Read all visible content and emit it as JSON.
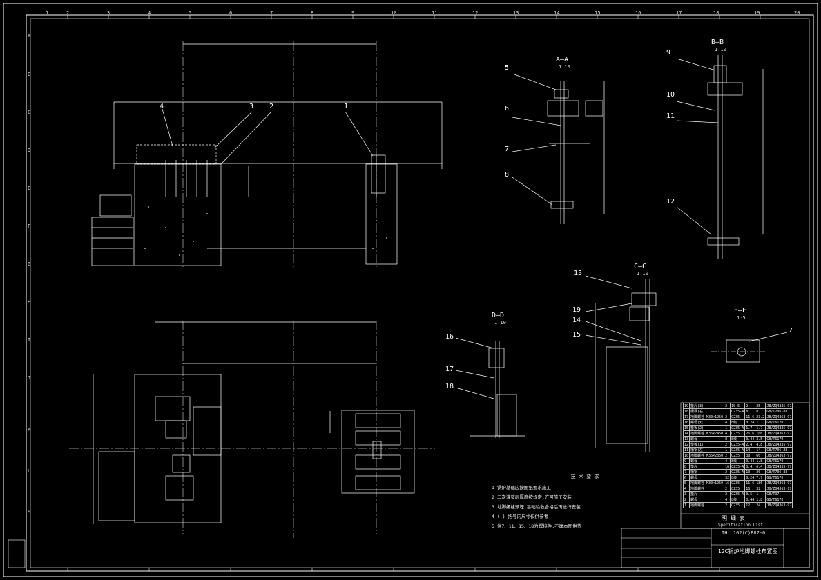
{
  "sheet": {
    "col_labels": [
      "1",
      "2",
      "3",
      "4",
      "5",
      "6",
      "7",
      "8",
      "9",
      "10",
      "11",
      "12",
      "13",
      "14",
      "15",
      "16",
      "17",
      "18",
      "19",
      "20"
    ],
    "row_labels": [
      "A",
      "B",
      "C",
      "D",
      "E",
      "F",
      "G",
      "H",
      "I",
      "J",
      "K",
      "L",
      "M"
    ]
  },
  "views": {
    "aa": {
      "title": "A–A",
      "scale": "1:10"
    },
    "bb": {
      "title": "B–B",
      "scale": "1:10"
    },
    "cc": {
      "title": "C–C",
      "scale": "1:10"
    },
    "dd": {
      "title": "D–D",
      "scale": "1:10"
    },
    "ee": {
      "title": "E–E",
      "scale": "1:5"
    }
  },
  "callouts": [
    "1",
    "2",
    "3",
    "4",
    "5",
    "6",
    "7",
    "8",
    "9",
    "10",
    "11",
    "12",
    "13",
    "14",
    "15",
    "16",
    "17",
    "18",
    "19",
    "7"
  ],
  "notes": {
    "title": "技 术 要 求",
    "items": [
      "1 锅炉基础应按图纸要求施工",
      "2 二次灌浆层厚度按规定,方可施工安装",
      "3 地脚螺栓预埋,基础验收合格后再进行安装",
      "4 ( ) 括号内尺寸仅供参考",
      "5 件7、11、15、18为焊接件,不属本图供货"
    ]
  },
  "title_block": {
    "drawing_title": "12C锅炉地脚螺栓布置图",
    "drawing_no": "TH. 102(C)B87-0",
    "list_title": "明 细 表",
    "list_subtitle": "Specification List"
  },
  "parts_rows": [
    [
      "19",
      "垫片(3)",
      "2",
      "10 5",
      "2",
      "35",
      "JB/ZQ4335-97"
    ],
    [
      "18",
      "槽钢(右)",
      "1",
      "Q235-A",
      "8",
      "8",
      "GB/T706-88"
    ],
    [
      "17",
      "地脚螺栓 M30×1250",
      "2",
      "Q235",
      "11.6",
      "23.2",
      "JB/ZQ4363-97"
    ],
    [
      "16",
      "螺母(双)",
      "4",
      "8级",
      "0.24",
      "1",
      "GB/T6170"
    ],
    [
      "15",
      "垫板(2)",
      "1",
      "Q235-A",
      "1.7",
      "1.7",
      "JB/ZQ4335-97"
    ],
    [
      "14",
      "地脚螺栓 M36×2450",
      "4",
      "Q235",
      "26.6",
      "106",
      "JB/ZQ4363-97"
    ],
    [
      "13",
      "螺母",
      "8",
      "8级",
      "0.44",
      "3.5",
      "GB/T6170"
    ],
    [
      "12",
      "垫板(1)",
      "2",
      "Q235-A",
      "2.4",
      "4.8",
      "JB/ZQ4335-97"
    ],
    [
      "11",
      "槽钢(左)",
      "1",
      "Q235-A",
      "14",
      "14",
      "GB/T706-88"
    ],
    [
      "10",
      "地脚螺栓 M36×2850",
      "2",
      "Q235",
      "30",
      "60",
      "JB/ZQ4363-97"
    ],
    [
      "9",
      "螺母",
      "4",
      "8级",
      "0.44",
      "1.8",
      "GB/T6170"
    ],
    [
      "8",
      "垫片",
      "16",
      "Q235-A",
      "0.4",
      "6.4",
      "JB/ZQ4335-97"
    ],
    [
      "7",
      "槽钢",
      "2",
      "Q235-A",
      "10",
      "20",
      "GB/T706-88"
    ],
    [
      "6",
      "螺母",
      "32",
      "8级",
      "0.24",
      "7.7",
      "GB/T6170"
    ],
    [
      "5",
      "地脚螺栓 M30×1250",
      "16",
      "Q235",
      "11.6",
      "186",
      "JB/ZQ4363-97"
    ],
    [
      "4",
      "地脚螺栓",
      "2",
      "Q235",
      "16",
      "32",
      "JB/ZQ4363-97"
    ],
    [
      "3",
      "垫片",
      "2",
      "Q235-A",
      "0.5",
      "1",
      "GB/T97"
    ],
    [
      "2",
      "螺母",
      "4",
      "8级",
      "0.44",
      "1.8",
      "GB/T6170"
    ],
    [
      "1",
      "地脚螺栓",
      "2",
      "Q235",
      "12",
      "24",
      "JB/ZQ4363-97"
    ]
  ],
  "colors": {
    "bg": "#000000",
    "line": "#ffffff",
    "dim": "#e0e0e0",
    "center": "#cccccc"
  }
}
